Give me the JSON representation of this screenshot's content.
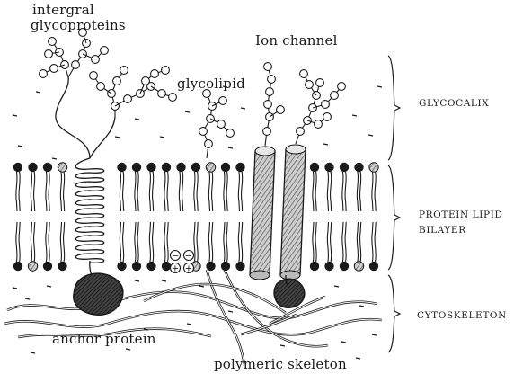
{
  "labels": {
    "integral_line1": "intergral",
    "integral_line2": "glycoproteins",
    "ion_channel": "Ion channel",
    "glycolipid": "glycolipid",
    "anchor_protein": "anchor protein",
    "polymeric_skeleton": "polymeric skeleton"
  },
  "regions": {
    "glycocalix": "GLYCOCALIX",
    "bilayer_line1": "PROTEIN LIPID",
    "bilayer_line2": "BILAYER",
    "cytoskeleton": "CYTOSKELETON"
  },
  "colors": {
    "ink": "#1a1a1a",
    "hatch": "#777777",
    "background": "#ffffff"
  }
}
